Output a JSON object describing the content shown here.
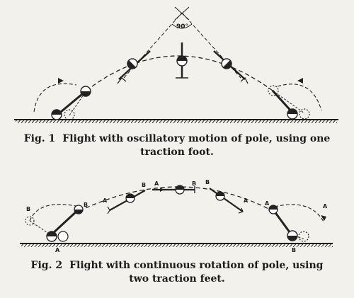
{
  "figure1": {
    "angle_label": "90°",
    "caption_number": "Fig. 1",
    "caption_line1": "Flight with oscillatory motion of pole, using one",
    "caption_line2": "traction foot."
  },
  "figure2": {
    "point_labels": {
      "left_b_start": "B",
      "left_b_end": "B",
      "left_a_ground": "A",
      "a_upper_left": "A",
      "b_upper_left": "B",
      "a_top": "A",
      "b_top": "B",
      "b_upper_right": "B",
      "a_upper_right": "A",
      "right_a_pole": "A",
      "right_a_end": "A",
      "right_b_ground": "B"
    },
    "caption_number": "Fig. 2",
    "caption_line1": "Flight with continuous rotation of pole, using",
    "caption_line2": "two traction feet."
  }
}
